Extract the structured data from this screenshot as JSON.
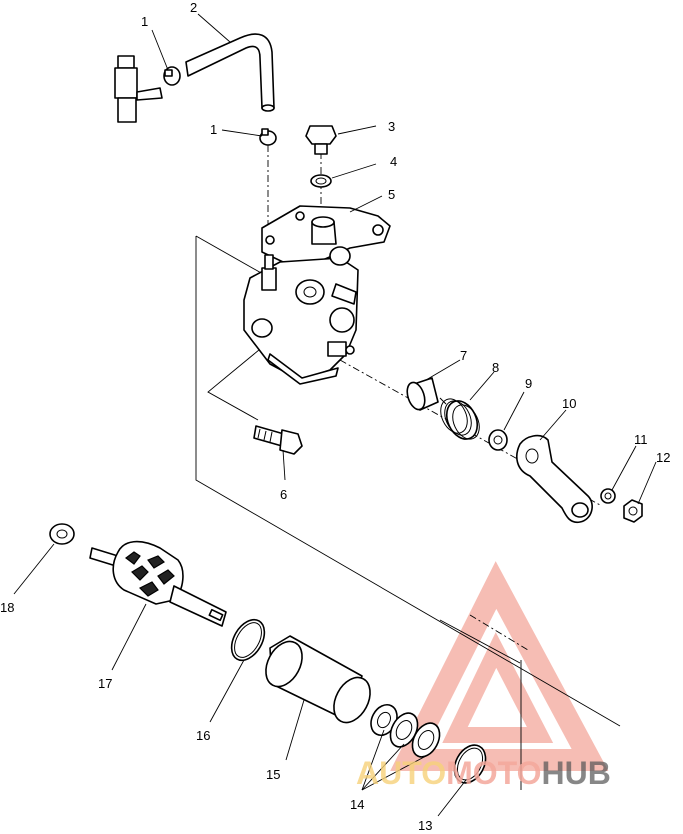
{
  "callouts": [
    {
      "id": "c1a",
      "label": "1"
    },
    {
      "id": "c2",
      "label": "2"
    },
    {
      "id": "c1b",
      "label": "1"
    },
    {
      "id": "c3",
      "label": "3"
    },
    {
      "id": "c4",
      "label": "4"
    },
    {
      "id": "c5",
      "label": "5"
    },
    {
      "id": "c6",
      "label": "6"
    },
    {
      "id": "c7",
      "label": "7"
    },
    {
      "id": "c8",
      "label": "8"
    },
    {
      "id": "c9",
      "label": "9"
    },
    {
      "id": "c10",
      "label": "10"
    },
    {
      "id": "c11",
      "label": "11"
    },
    {
      "id": "c12",
      "label": "12"
    },
    {
      "id": "c13",
      "label": "13"
    },
    {
      "id": "c14",
      "label": "14"
    },
    {
      "id": "c15",
      "label": "15"
    },
    {
      "id": "c16",
      "label": "16"
    },
    {
      "id": "c17",
      "label": "17"
    },
    {
      "id": "c18",
      "label": "18"
    }
  ],
  "watermark": {
    "part1": "AUTO",
    "part2": "MOTO",
    "part3": "HUB",
    "color_primary": "#f4a89c",
    "color_secondary": "#f7d27a",
    "color_dark": "#555555"
  }
}
